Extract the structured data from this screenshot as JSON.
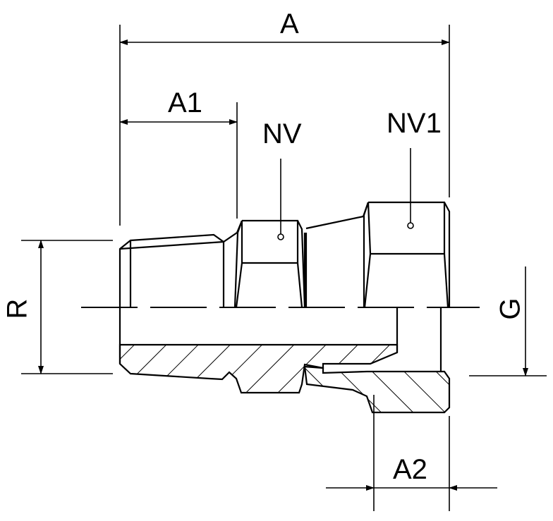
{
  "drawing": {
    "labels": {
      "overall_length": "A",
      "thread_length": "A1",
      "hex_1": "NV",
      "hex_2": "NV1",
      "thread_r": "R",
      "thread_g": "G",
      "nut_length": "A2"
    },
    "line_color": "#000000",
    "background": "#ffffff"
  }
}
